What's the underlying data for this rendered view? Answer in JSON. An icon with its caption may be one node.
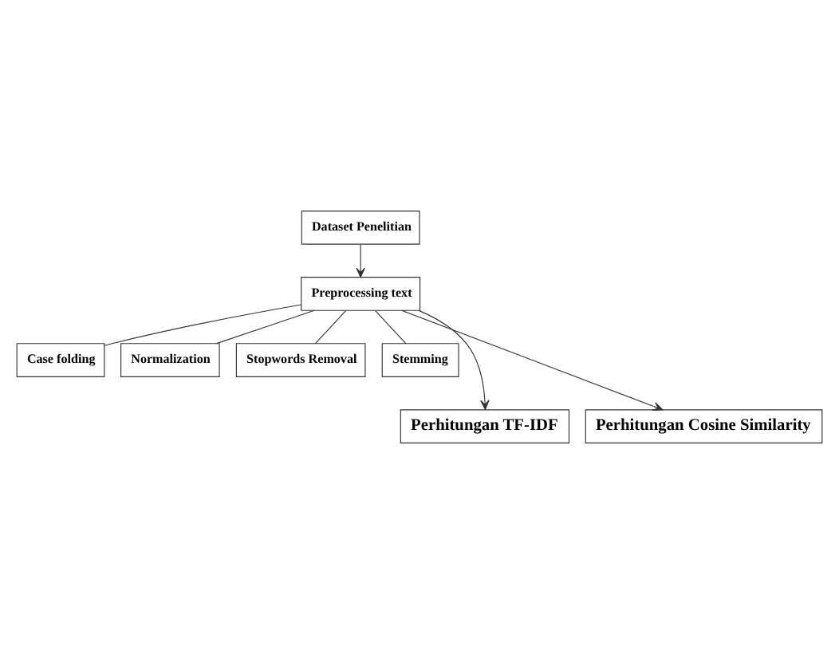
{
  "diagram": {
    "nodes": [
      {
        "text": [
          "Dataset Penelitian"
        ]
      },
      {
        "text": [
          "Preprocessing text"
        ]
      },
      {
        "text": [
          "Case folding"
        ]
      },
      {
        "text": [
          "Normalization"
        ]
      },
      {
        "text": [
          "Stopwords Removal"
        ]
      },
      {
        "text": [
          "Stemming"
        ]
      },
      {
        "text": [
          "Perhitungan TF-IDF"
        ]
      },
      {
        "text": [
          "Perhitungan Cosine Similarity"
        ]
      }
    ],
    "edges": [
      {
        "from": 0,
        "to": 1,
        "arrow": "to"
      },
      {
        "from": 1,
        "to": 2,
        "arrow": "none"
      },
      {
        "from": 1,
        "to": 3,
        "arrow": "none"
      },
      {
        "from": 1,
        "to": 4,
        "arrow": "none"
      },
      {
        "from": 1,
        "to": 5,
        "arrow": "none"
      },
      {
        "from": 1,
        "to": 6,
        "arrow": "to"
      },
      {
        "from": 1,
        "to": 7,
        "arrow": "to"
      }
    ]
  }
}
